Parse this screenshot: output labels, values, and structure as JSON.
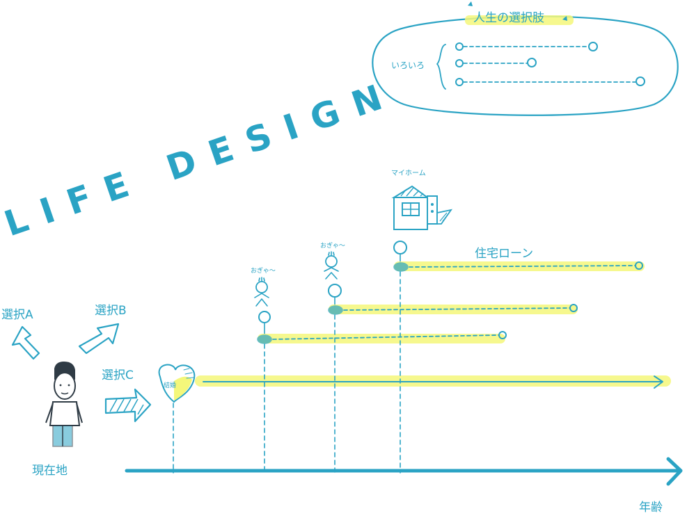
{
  "diagram": {
    "title": "LIFE DESIGN",
    "legend": {
      "heading": "人生の選択肢",
      "side_label": "いろいろ"
    },
    "choices": {
      "a": "選択A",
      "b": "選択B",
      "c": "選択C"
    },
    "current_location": "現在地",
    "axis_label": "年齢",
    "events": {
      "marriage": "結婚",
      "baby_1": "おぎゃ〜",
      "baby_2": "おぎゃ〜",
      "my_home": "マイホーム",
      "home_loan": "住宅ローン"
    },
    "colors": {
      "line": "#2aa3c4",
      "highlight": "#f4f77a"
    }
  }
}
